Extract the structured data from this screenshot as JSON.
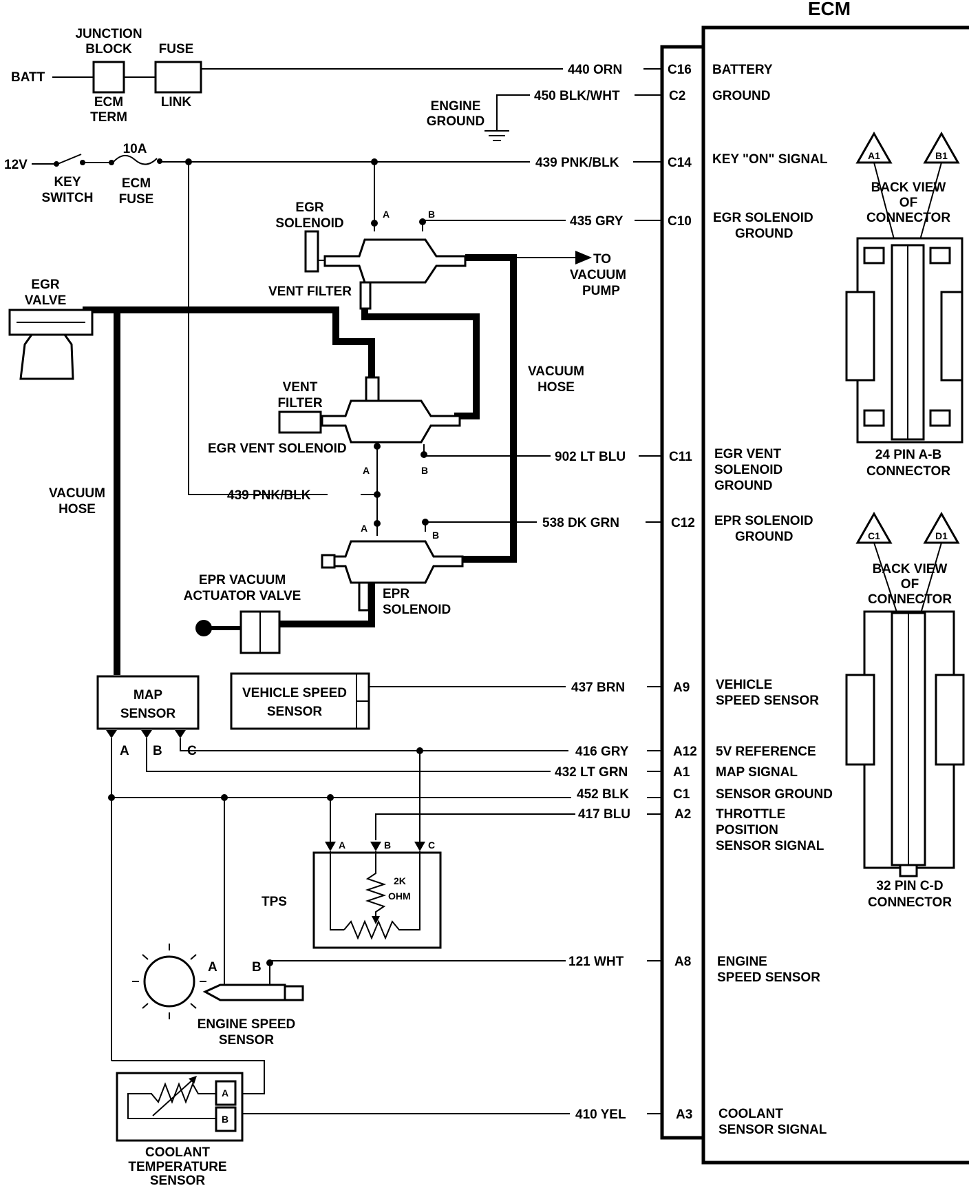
{
  "ecm": {
    "title": "ECM"
  },
  "power": {
    "batt": "BATT",
    "junction_block": [
      "JUNCTION",
      "BLOCK"
    ],
    "fuse": "FUSE",
    "ecm_term": [
      "ECM",
      "TERM"
    ],
    "link": "LINK",
    "v12": "12V",
    "key_switch": [
      "KEY",
      "SWITCH"
    ],
    "amp": "10A",
    "ecm_fuse": [
      "ECM",
      "FUSE"
    ],
    "engine_ground": [
      "ENGINE",
      "GROUND"
    ]
  },
  "wires": [
    {
      "wire": "440 ORN",
      "pin": "C16",
      "signal": [
        "BATTERY"
      ]
    },
    {
      "wire": "450 BLK/WHT",
      "pin": "C2",
      "signal": [
        "GROUND"
      ]
    },
    {
      "wire": "439 PNK/BLK",
      "pin": "C14",
      "signal": [
        "KEY \"ON\" SIGNAL"
      ]
    },
    {
      "wire": "435 GRY",
      "pin": "C10",
      "signal": [
        "EGR SOLENOID",
        "GROUND"
      ]
    },
    {
      "wire": "902 LT BLU",
      "pin": "C11",
      "signal": [
        "EGR VENT",
        "SOLENOID",
        "GROUND"
      ]
    },
    {
      "wire": "538 DK GRN",
      "pin": "C12",
      "signal": [
        "EPR SOLENOID",
        "GROUND"
      ]
    },
    {
      "wire": "437 BRN",
      "pin": "A9",
      "signal": [
        "VEHICLE",
        "SPEED SENSOR"
      ]
    },
    {
      "wire": "416 GRY",
      "pin": "A12",
      "signal": [
        "5V REFERENCE"
      ]
    },
    {
      "wire": "432 LT GRN",
      "pin": "A1",
      "signal": [
        "MAP SIGNAL"
      ]
    },
    {
      "wire": "452 BLK",
      "pin": "C1",
      "signal": [
        "SENSOR GROUND"
      ]
    },
    {
      "wire": "417 BLU",
      "pin": "A2",
      "signal": [
        "THROTTLE",
        "POSITION",
        "SENSOR SIGNAL"
      ]
    },
    {
      "wire": "121 WHT",
      "pin": "A8",
      "signal": [
        "ENGINE",
        "SPEED SENSOR"
      ]
    },
    {
      "wire": "410 YEL",
      "pin": "A3",
      "signal": [
        "COOLANT",
        "SENSOR SIGNAL"
      ]
    }
  ],
  "inner_wire": "439 PNK/BLK",
  "components": {
    "egr_solenoid": [
      "EGR",
      "SOLENOID"
    ],
    "vent_filter_top": "VENT FILTER",
    "to_vacuum_pump": [
      "TO",
      "VACUUM",
      "PUMP"
    ],
    "egr_valve": [
      "EGR",
      "VALVE"
    ],
    "vacuum_hose_mid": [
      "VACUUM",
      "HOSE"
    ],
    "vent_filter": [
      "VENT",
      "FILTER"
    ],
    "egr_vent_solenoid": "EGR VENT SOLENOID",
    "vacuum_hose_left": [
      "VACUUM",
      "HOSE"
    ],
    "epr_actuator": [
      "EPR VACUUM",
      "ACTUATOR VALVE"
    ],
    "epr_solenoid": [
      "EPR",
      "SOLENOID"
    ],
    "map_sensor": [
      "MAP",
      "SENSOR"
    ],
    "vss": [
      "VEHICLE SPEED",
      "SENSOR"
    ],
    "tps": "TPS",
    "ohm": [
      "2K",
      "OHM"
    ],
    "engine_speed_sensor": [
      "ENGINE SPEED",
      "SENSOR"
    ],
    "coolant_sensor": [
      "COOLANT",
      "TEMPERATURE",
      "SENSOR"
    ]
  },
  "pin_letters": {
    "a": "A",
    "b": "B",
    "c": "C"
  },
  "connectors": {
    "top": {
      "left_tag": "A1",
      "right_tag": "B1",
      "view": [
        "BACK VIEW",
        "OF",
        "CONNECTOR"
      ],
      "name": [
        "24 PIN  A-B",
        "CONNECTOR"
      ]
    },
    "bottom": {
      "left_tag": "C1",
      "right_tag": "D1",
      "view": [
        "BACK VIEW",
        "OF",
        "CONNECTOR"
      ],
      "name": [
        "32 PIN  C-D",
        "CONNECTOR"
      ]
    }
  }
}
